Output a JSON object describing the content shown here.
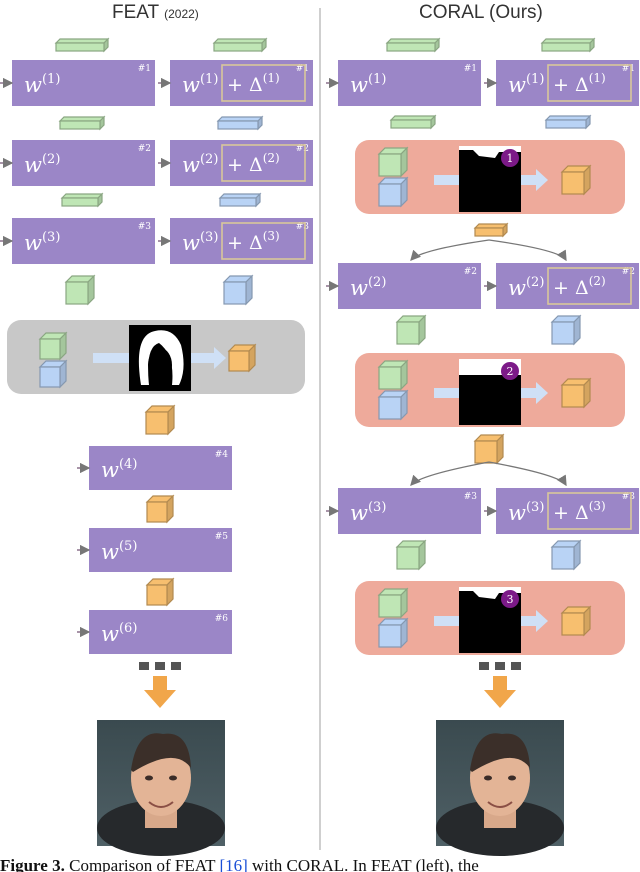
{
  "left_panel": {
    "title": "FEAT",
    "title_suffix": "(2022)",
    "encoder_blocks": [
      {
        "index": "#1",
        "weight": "w",
        "sup": "(1)",
        "delta": "Δ",
        "delta_sup": "(1)"
      },
      {
        "index": "#2",
        "weight": "w",
        "sup": "(2)",
        "delta": "Δ",
        "delta_sup": "(2)"
      },
      {
        "index": "#3",
        "weight": "w",
        "sup": "(3)",
        "delta": "Δ",
        "delta_sup": "(3)"
      }
    ],
    "decoder_blocks": [
      {
        "index": "#4",
        "weight": "w",
        "sup": "(4)"
      },
      {
        "index": "#5",
        "weight": "w",
        "sup": "(5)"
      },
      {
        "index": "#6",
        "weight": "w",
        "sup": "(6)"
      }
    ]
  },
  "right_panel": {
    "title": "CORAL (Ours)",
    "blocks": [
      {
        "index": "#1",
        "weight": "w",
        "sup": "(1)",
        "delta": "Δ",
        "delta_sup": "(1)"
      },
      {
        "index": "#2",
        "weight": "w",
        "sup": "(2)",
        "delta": "Δ",
        "delta_sup": "(2)"
      },
      {
        "index": "#3",
        "weight": "w",
        "sup": "(3)",
        "delta": "Δ",
        "delta_sup": "(3)"
      }
    ],
    "mask_badges": [
      "1",
      "2",
      "3"
    ]
  },
  "plus_sign": "+",
  "caption": {
    "prefix": "Figure 3.",
    "text_a": " Comparison of FEAT ",
    "ref": "[16]",
    "text_b": " with CORAL. In FEAT (left), the"
  },
  "colors": {
    "purple_block": "#9b86c7",
    "green_cube": "#bfe6b5",
    "blue_cube": "#b9d3f5",
    "orange_cube": "#f7bf6f",
    "gray_panel": "#c8c8c8",
    "pink_panel": "#eeaa9b",
    "badge": "#7c1a88",
    "arrow_orange": "#f1a64a"
  }
}
